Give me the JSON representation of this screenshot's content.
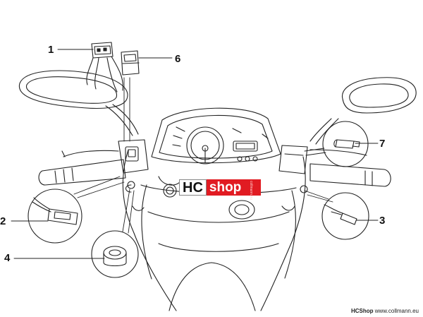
{
  "callouts": {
    "c1": "1",
    "c2": "2",
    "c3": "3",
    "c4": "4",
    "c6": "6",
    "c7": "7"
  },
  "logo": {
    "hc": "HC",
    "shop": "shop",
    "small": "collmann.eu"
  },
  "footer": {
    "brand": "HCShop",
    "site": "www.collmann.eu"
  }
}
